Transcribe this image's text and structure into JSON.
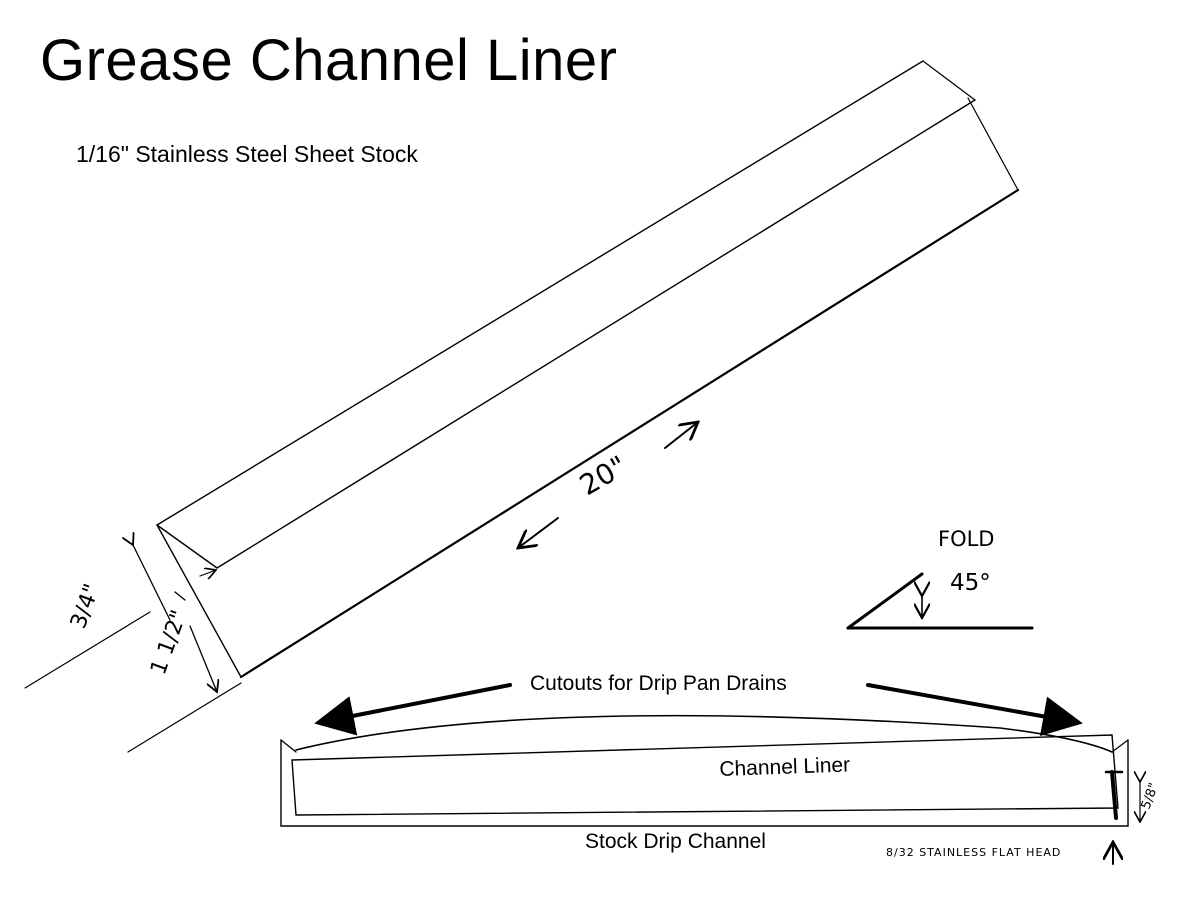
{
  "title": "Grease Channel Liner",
  "subtitle": "1/16\" Stainless Steel Sheet Stock",
  "dimensions": {
    "length": "20\"",
    "width_small": "3/4\"",
    "width_large": "1 1/2\"",
    "edge_height": "5/8\""
  },
  "fold": {
    "label": "FOLD",
    "angle": "45°"
  },
  "section_labels": {
    "cutouts": "Cutouts for Drip Pan Drains",
    "channel_liner": "Channel Liner",
    "stock_channel": "Stock Drip Channel",
    "screw": "8/32 STAINLESS FLAT HEAD"
  },
  "colors": {
    "ink": "#000000",
    "background": "#ffffff"
  }
}
